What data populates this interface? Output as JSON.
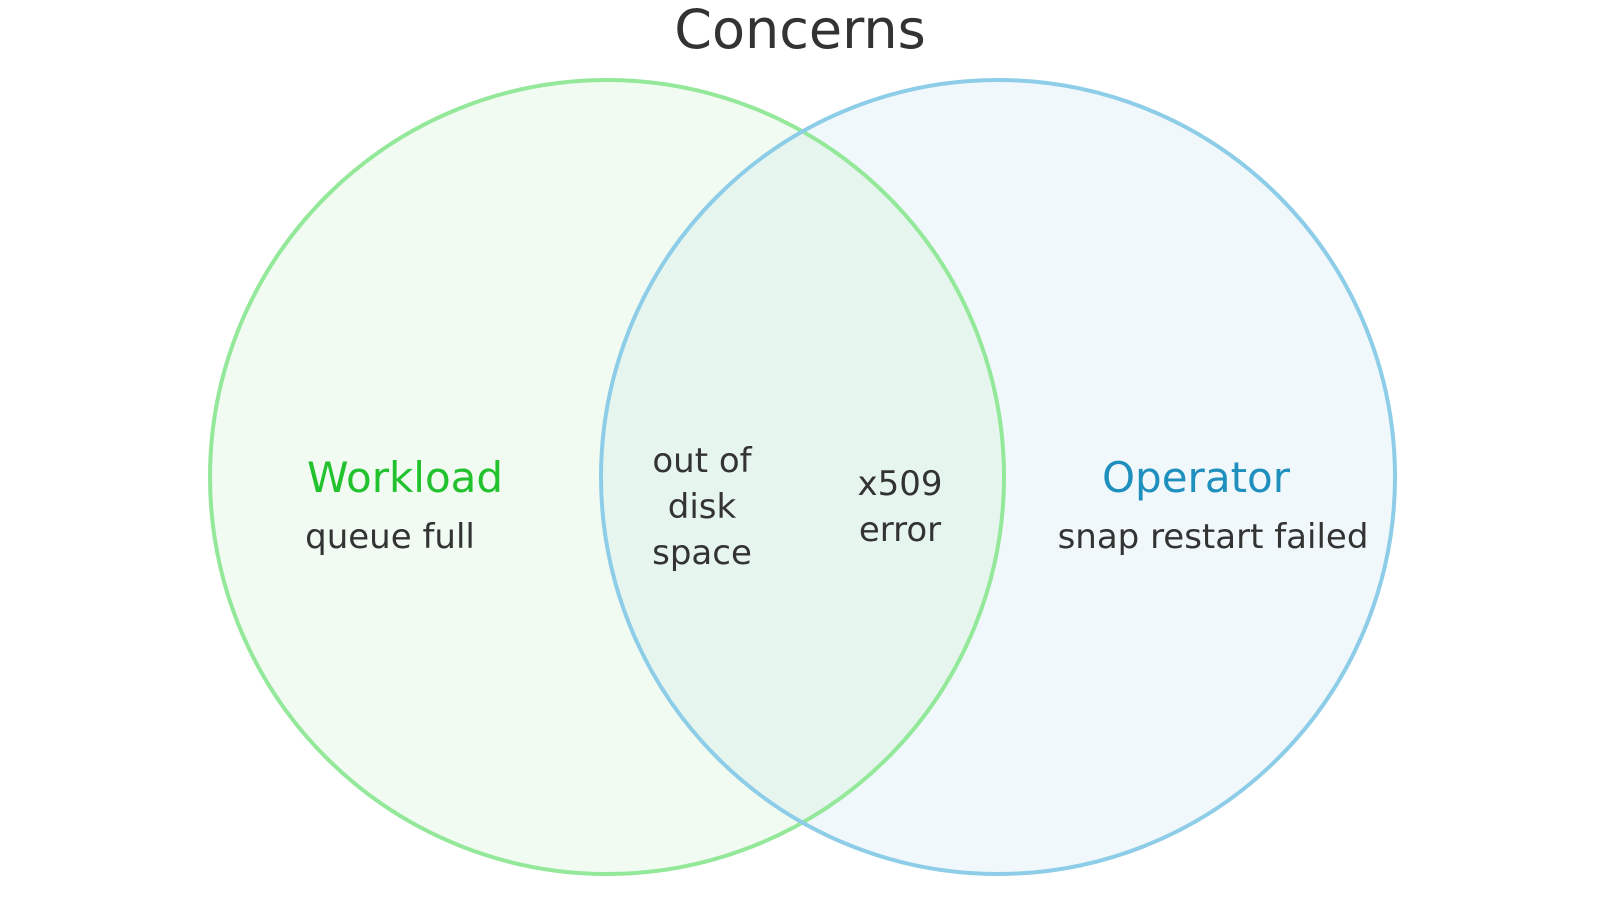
{
  "title": "Concerns",
  "sets": {
    "workload": {
      "label": "Workload",
      "color": "#22c22e",
      "stroke": "#93e89a",
      "fill": "#f1fbf1",
      "items": [
        "queue full"
      ]
    },
    "operator": {
      "label": "Operator",
      "color": "#1f8fbd",
      "stroke": "#8dcde8",
      "fill": "#f0f8fc",
      "items": [
        "snap restart failed"
      ]
    }
  },
  "overlap": {
    "fill": "#e6f6ef",
    "items": [
      [
        "out of",
        "disk",
        "space"
      ],
      [
        "x509",
        "error"
      ]
    ]
  }
}
